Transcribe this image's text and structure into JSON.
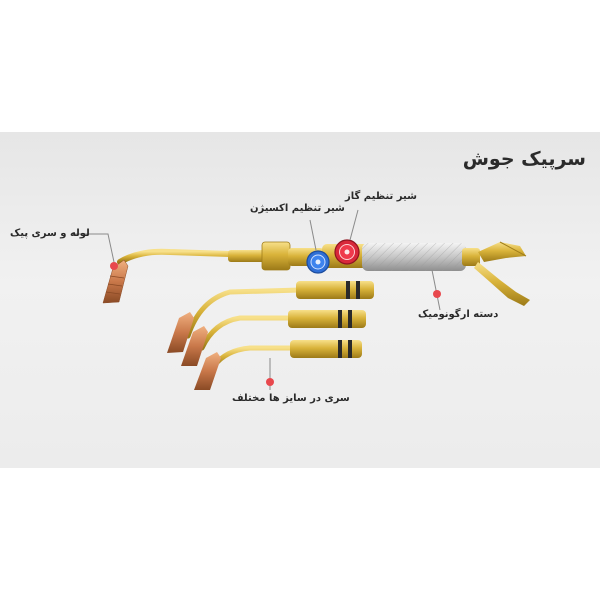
{
  "title": "سرپیک جوش",
  "labels": {
    "tube_and_tip": "لوله و سری پیک",
    "oxygen_valve": "شیر تنظیم اکسیژن",
    "gas_valve": "شیر تنظیم گاز",
    "ergonomic_handle": "دسته ارگونومیک",
    "various_sizes": "سری در سایز ها مختلف"
  },
  "brand_text": "",
  "colors": {
    "brass": "#d9b33a",
    "copper": "#c9784a",
    "marker": "#e8484d",
    "oxygen_knob": "#2f6fd6",
    "gas_knob": "#d8283a",
    "handle": "#c8c8c8"
  }
}
